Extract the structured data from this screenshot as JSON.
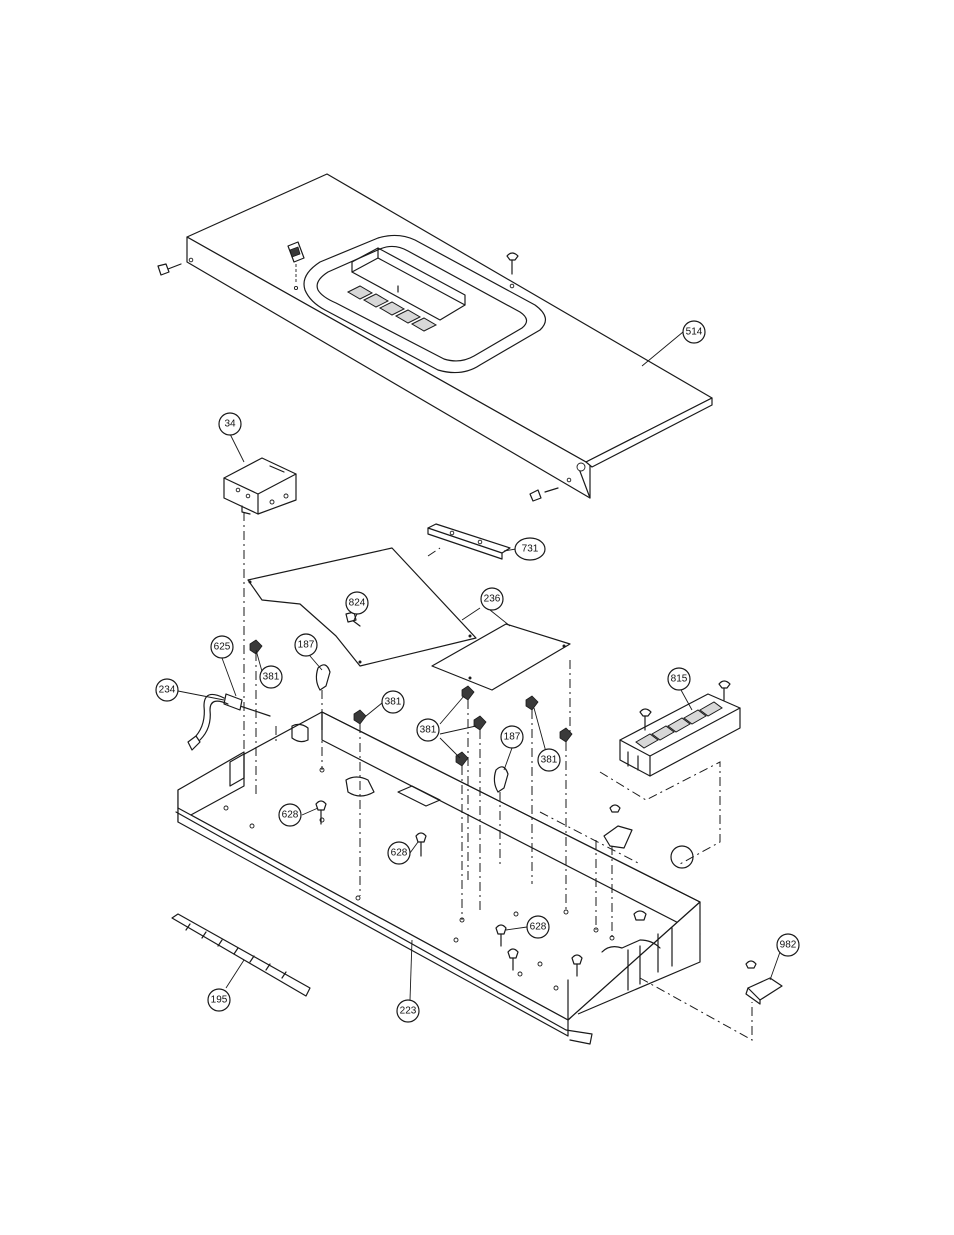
{
  "callouts": [
    {
      "id": "c514",
      "label": "514"
    },
    {
      "id": "c34",
      "label": "34"
    },
    {
      "id": "c731",
      "label": "731"
    },
    {
      "id": "c824",
      "label": "824"
    },
    {
      "id": "c236",
      "label": "236"
    },
    {
      "id": "c625",
      "label": "625"
    },
    {
      "id": "c187a",
      "label": "187"
    },
    {
      "id": "c381a",
      "label": "381"
    },
    {
      "id": "c234",
      "label": "234"
    },
    {
      "id": "c381b",
      "label": "381"
    },
    {
      "id": "c381c",
      "label": "381"
    },
    {
      "id": "c187b",
      "label": "187"
    },
    {
      "id": "c381d",
      "label": "381"
    },
    {
      "id": "c815",
      "label": "815"
    },
    {
      "id": "c628a",
      "label": "628"
    },
    {
      "id": "c628b",
      "label": "628"
    },
    {
      "id": "c628c",
      "label": "628"
    },
    {
      "id": "c982",
      "label": "982"
    },
    {
      "id": "c195",
      "label": "195"
    },
    {
      "id": "c223",
      "label": "223"
    }
  ]
}
